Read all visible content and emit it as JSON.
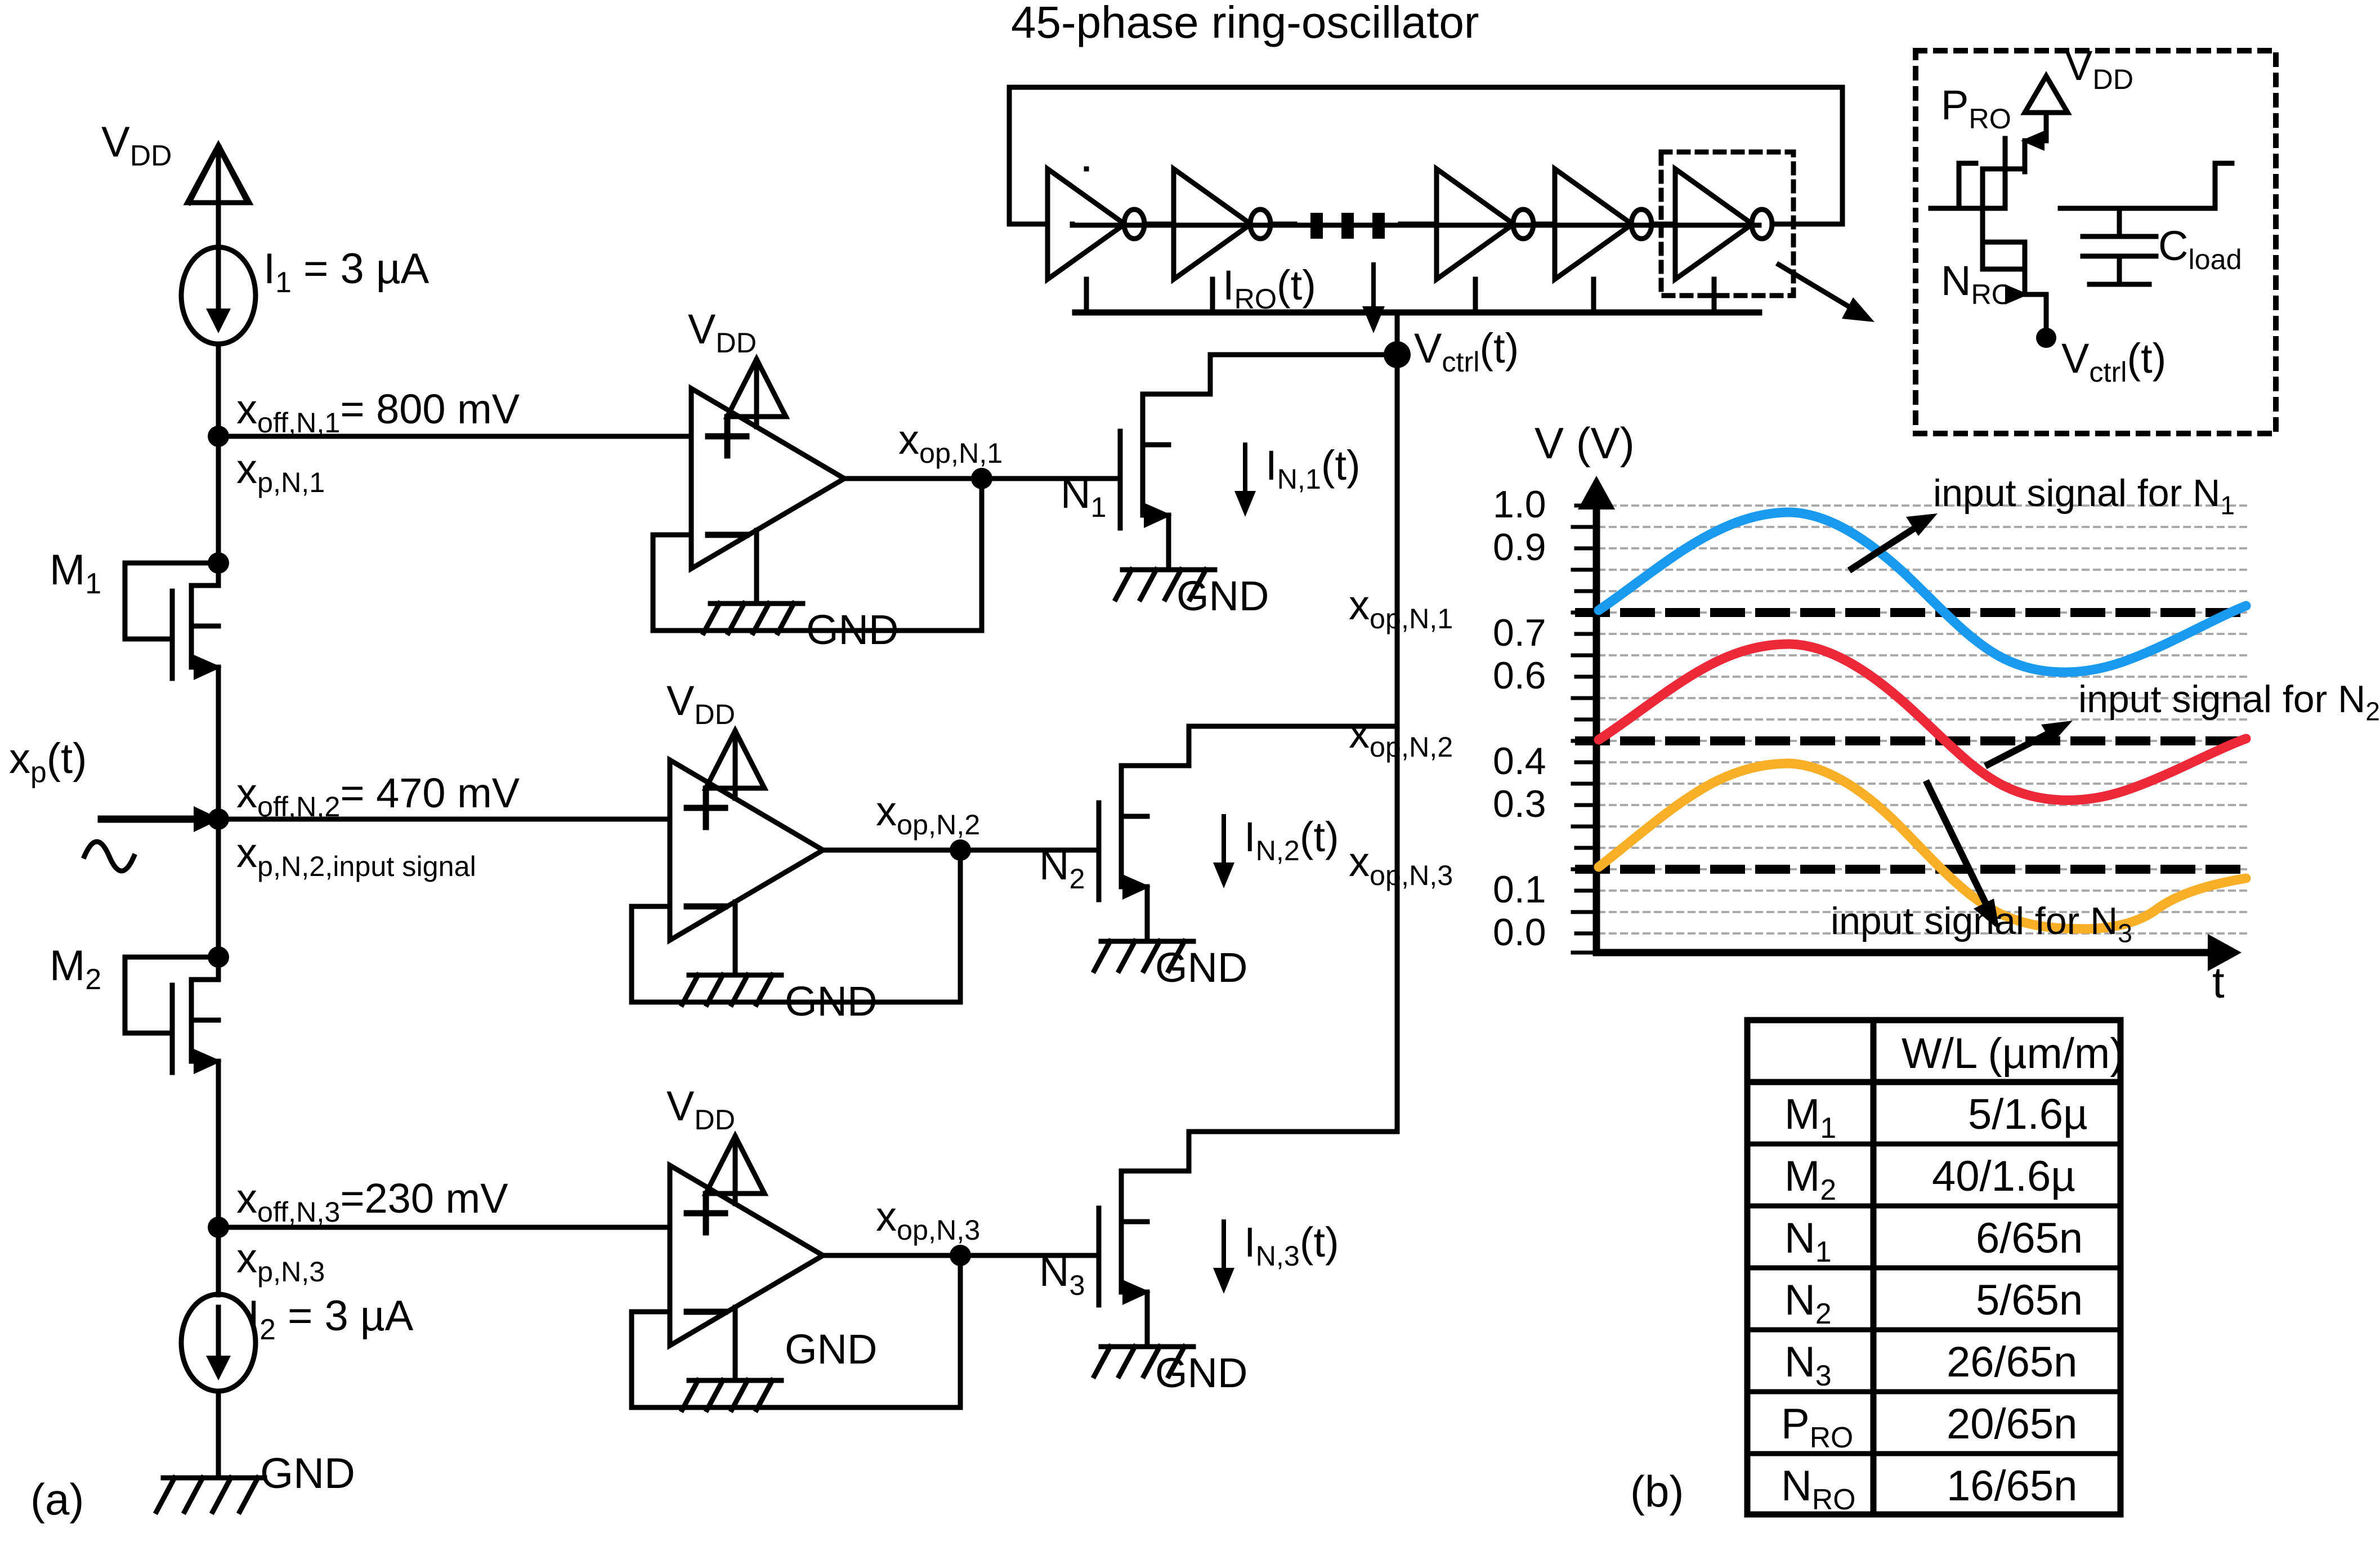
{
  "figure": {
    "panel_a_label": "(a)",
    "panel_b_label": "(b)"
  },
  "circuit": {
    "vdd_label": "V",
    "vdd_sub": "DD",
    "gnd_label": "GND",
    "source_top": {
      "name": "I",
      "sub": "1",
      "value": "= 3 µA"
    },
    "source_bottom": {
      "name": "I",
      "sub": "2",
      "value": "= 3 µA"
    },
    "mirror_transistors": [
      {
        "name": "M",
        "sub": "1"
      },
      {
        "name": "M",
        "sub": "2"
      }
    ],
    "input_signal": {
      "name": "x",
      "sub": "p",
      "suffix": "(t)"
    },
    "branches": [
      {
        "offset_label": "x",
        "offset_sub": "off,N,1",
        "offset_value": "= 800 mV",
        "node_label": "x",
        "node_sub": "p,N,1",
        "opamp_out": "x",
        "opamp_out_sub": "op,N,1",
        "nmos": "N",
        "nmos_sub": "1",
        "current": "I",
        "current_sub": "N,1",
        "current_suffix": "(t)",
        "rail_label": "V",
        "rail_sub": "DD",
        "gnd_label": "GND"
      },
      {
        "offset_label": "x",
        "offset_sub": "off,N,2",
        "offset_value": "= 470 mV",
        "node_label": "x",
        "node_sub": "p,N,2,input signal",
        "opamp_out": "x",
        "opamp_out_sub": "op,N,2",
        "nmos": "N",
        "nmos_sub": "2",
        "current": "I",
        "current_sub": "N,2",
        "current_suffix": "(t)",
        "rail_label": "V",
        "rail_sub": "DD",
        "gnd_label": "GND"
      },
      {
        "offset_label": "x",
        "offset_sub": "off,N,3",
        "offset_value": "=230 mV",
        "node_label": "x",
        "node_sub": "p,N,3",
        "opamp_out": "x",
        "opamp_out_sub": "op,N,3",
        "nmos": "N",
        "nmos_sub": "3",
        "current": "I",
        "current_sub": "N,3",
        "current_suffix": "(t)",
        "rail_label": "V",
        "rail_sub": "DD",
        "gnd_label": "GND"
      }
    ],
    "ring_oscillator": {
      "title": "45-phase ring-oscillator",
      "current": "I",
      "current_sub": "RO",
      "current_suffix": "(t)",
      "ctrl_node": "V",
      "ctrl_node_sub": "ctrl",
      "ctrl_node_suffix": "(t)"
    },
    "inverter_detail": {
      "pmos": "P",
      "pmos_sub": "RO",
      "nmos": "N",
      "nmos_sub": "RO",
      "cap": "C",
      "cap_sub": "load",
      "vdd": "V",
      "vdd_sub": "DD",
      "vctrl": "V",
      "vctrl_sub": "ctrl",
      "vctrl_suffix": "(t)"
    }
  },
  "chart_data": {
    "type": "line",
    "title": "",
    "ylabel": "V (V)",
    "xlabel": "t",
    "ylim": [
      0.0,
      1.05
    ],
    "xlim": [
      0,
      1
    ],
    "grid": true,
    "grid_minor_step": 0.05,
    "y_tick_labels": [
      "0.0",
      "0.1",
      "0.3",
      "0.4",
      "0.6",
      "0.7",
      "0.9",
      "1.0"
    ],
    "y_tick_values": [
      0.0,
      0.1,
      0.3,
      0.4,
      0.6,
      0.7,
      0.9,
      1.0
    ],
    "threshold_labels": [
      {
        "text": "x",
        "sub": "op,N,1",
        "value": 0.8
      },
      {
        "text": "x",
        "sub": "op,N,2",
        "value": 0.5
      },
      {
        "text": "x",
        "sub": "op,N,3",
        "value": 0.2
      }
    ],
    "series": [
      {
        "name": "input signal for N1",
        "annotation": "input signal for N",
        "annotation_sub": "1",
        "color": "#1a9aef",
        "offset": 0.8,
        "amplitude": 0.2,
        "x": [
          0.0,
          0.05,
          0.1,
          0.15,
          0.2,
          0.25,
          0.3,
          0.35,
          0.4,
          0.45,
          0.5,
          0.55,
          0.6,
          0.65,
          0.7,
          0.75,
          0.8,
          0.85,
          0.9,
          0.95,
          1.0
        ],
        "y": [
          0.8,
          0.862,
          0.918,
          0.962,
          0.99,
          1.0,
          0.99,
          0.962,
          0.918,
          0.862,
          0.8,
          0.738,
          0.682,
          0.638,
          0.61,
          0.6,
          0.61,
          0.638,
          0.682,
          0.738,
          0.8
        ]
      },
      {
        "name": "input signal for N2",
        "annotation": "input signal for N",
        "annotation_sub": "2",
        "color": "#ed2839",
        "offset": 0.5,
        "amplitude": 0.17,
        "x": [
          0.0,
          0.05,
          0.1,
          0.15,
          0.2,
          0.25,
          0.3,
          0.35,
          0.4,
          0.45,
          0.5,
          0.55,
          0.6,
          0.65,
          0.7,
          0.75,
          0.8,
          0.85,
          0.9,
          0.95,
          1.0
        ],
        "y": [
          0.5,
          0.553,
          0.6,
          0.637,
          0.661,
          0.67,
          0.661,
          0.637,
          0.6,
          0.553,
          0.5,
          0.447,
          0.4,
          0.363,
          0.339,
          0.33,
          0.339,
          0.363,
          0.4,
          0.447,
          0.5
        ]
      },
      {
        "name": "input signal for N3",
        "annotation": "input signal for N",
        "annotation_sub": "3",
        "color": "#f8af28",
        "offset": 0.2,
        "amplitude": 0.23,
        "x": [
          0.0,
          0.05,
          0.1,
          0.15,
          0.2,
          0.25,
          0.3,
          0.35,
          0.4,
          0.45,
          0.5,
          0.55,
          0.6,
          0.65,
          0.7,
          0.75,
          0.8,
          0.85,
          0.9,
          0.95,
          1.0
        ],
        "y": [
          0.2,
          0.272,
          0.336,
          0.386,
          0.419,
          0.43,
          0.419,
          0.386,
          0.336,
          0.272,
          0.2,
          0.14,
          0.1,
          0.075,
          0.062,
          0.058,
          0.062,
          0.072,
          0.09,
          0.14,
          0.2
        ]
      }
    ]
  },
  "table": {
    "header": [
      "",
      "W/L (µm/m)"
    ],
    "rows": [
      {
        "device": "M",
        "device_sub": "1",
        "wl": "5/1.6µ"
      },
      {
        "device": "M",
        "device_sub": "2",
        "wl": "40/1.6µ"
      },
      {
        "device": "N",
        "device_sub": "1",
        "wl": "6/65n"
      },
      {
        "device": "N",
        "device_sub": "2",
        "wl": "5/65n"
      },
      {
        "device": "N",
        "device_sub": "3",
        "wl": "26/65n"
      },
      {
        "device": "P",
        "device_sub": "RO",
        "wl": "20/65n"
      },
      {
        "device": "N",
        "device_sub": "RO",
        "wl": "16/65n"
      }
    ]
  },
  "colors": {
    "blue": "#1a9aef",
    "red": "#ed2839",
    "orange": "#f8af28",
    "ink": "#000000",
    "grid": "#aaaaaa"
  }
}
